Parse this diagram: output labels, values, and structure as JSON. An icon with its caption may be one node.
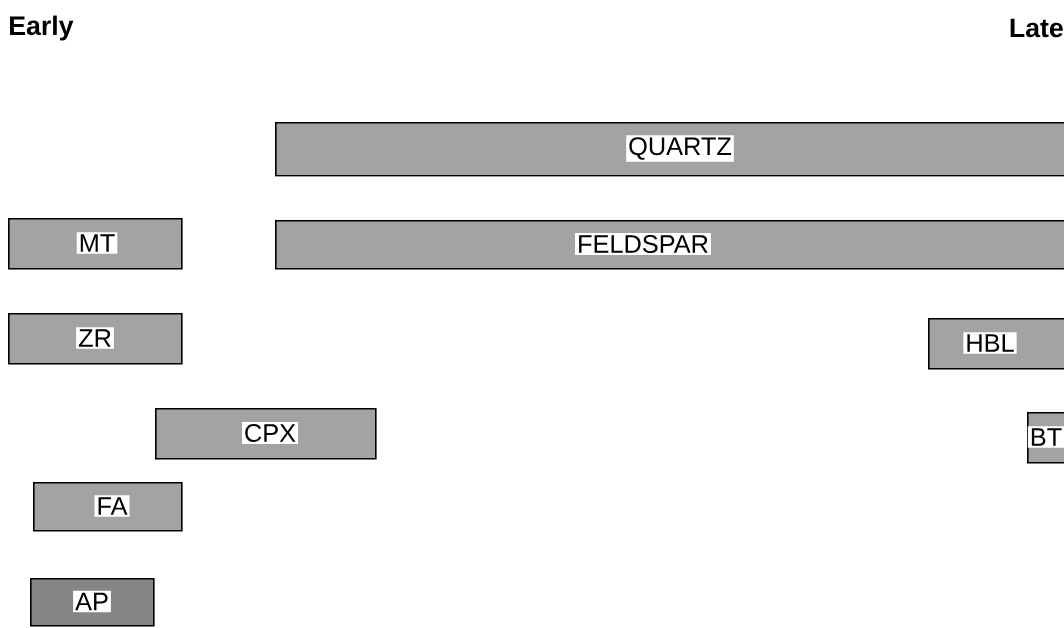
{
  "diagram": {
    "nodes": [
      {
        "text": [
          "QUARTZ"
        ]
      },
      {
        "text": [
          "MT"
        ]
      },
      {
        "text": [
          "FELDSPAR"
        ]
      },
      {
        "text": [
          "ZR"
        ]
      },
      {
        "text": [
          "HBL"
        ]
      },
      {
        "text": [
          "CPX"
        ]
      },
      {
        "text": [
          "BT"
        ]
      },
      {
        "text": [
          "FA"
        ]
      },
      {
        "text": [
          "AP"
        ]
      }
    ],
    "labels": [
      "Early",
      "Late"
    ]
  }
}
